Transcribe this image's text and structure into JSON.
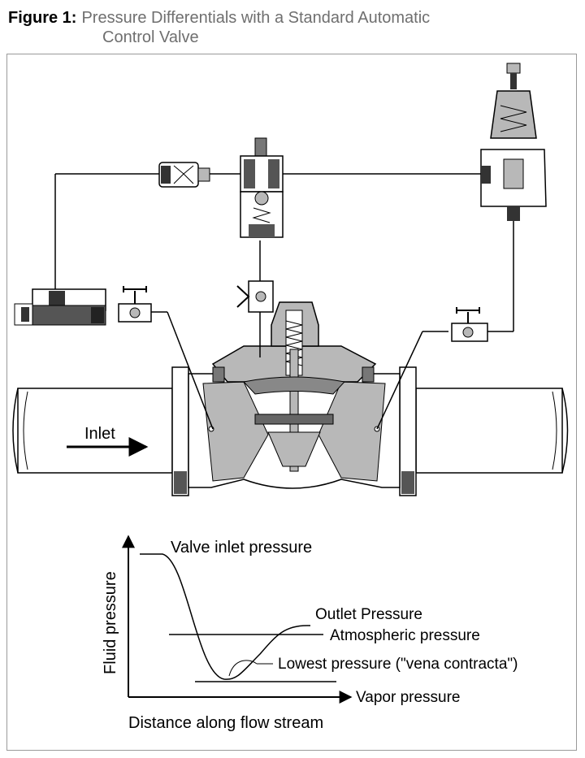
{
  "figure": {
    "number": "Figure 1:",
    "title_line1": "Pressure Differentials with a Standard Automatic",
    "title_line2": "Control Valve"
  },
  "diagram": {
    "inlet_label": "Inlet"
  },
  "graph": {
    "ylabel": "Fluid pressure",
    "xlabel": "Distance along flow stream",
    "annotations": {
      "valve_inlet": "Valve inlet pressure",
      "outlet": "Outlet Pressure",
      "atmospheric": "Atmospheric pressure",
      "lowest": "Lowest pressure (\"vena contracta\")",
      "vapor": "Vapor pressure"
    }
  },
  "colors": {
    "title_gray": "#6f6f6f",
    "valve_gray": "#b8b8b8",
    "dark_gray": "#555555",
    "line": "#000000"
  }
}
